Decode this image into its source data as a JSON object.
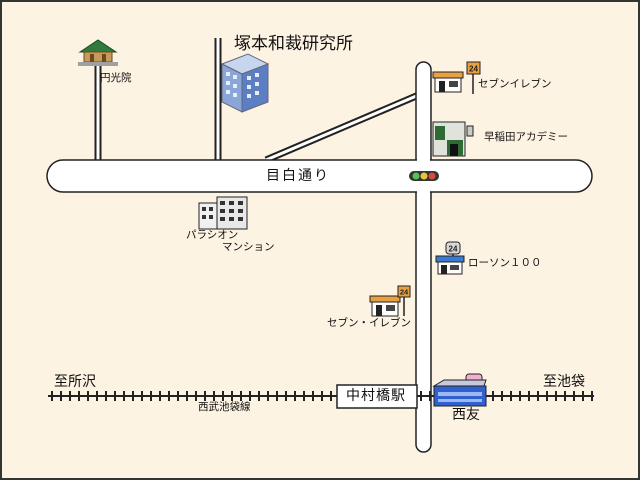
{
  "map": {
    "title": "塚本和裁研究所",
    "main_road": "目白通り",
    "station": "中村橋駅",
    "railway_line": "西武池袋線",
    "direction_west": "至所沢",
    "direction_east": "至池袋",
    "colors": {
      "background": "#fdf3e3",
      "road_fill": "#ffffff",
      "road_edge": "#222222",
      "store_orange": "#e8a040",
      "seiyu_blue": "#3060d0"
    },
    "landmarks": [
      {
        "name": "円光院",
        "icon": "temple-icon"
      },
      {
        "name": "セブンイレブン",
        "icon": "convenience-store-icon",
        "badge": "24"
      },
      {
        "name": "早稲田アカデミー",
        "icon": "school-building-icon"
      },
      {
        "name_line1": "パラシオン",
        "name_line2": "マンション",
        "icon": "apartment-icon"
      },
      {
        "name": "ローソン１００",
        "icon": "convenience-store-icon",
        "badge": "24"
      },
      {
        "name": "セブン・イレブン",
        "icon": "convenience-store-icon",
        "badge": "24"
      },
      {
        "name": "西友",
        "icon": "supermarket-icon"
      }
    ],
    "traffic_light_icon": "traffic-light-icon",
    "office_icon": "office-building-icon"
  }
}
